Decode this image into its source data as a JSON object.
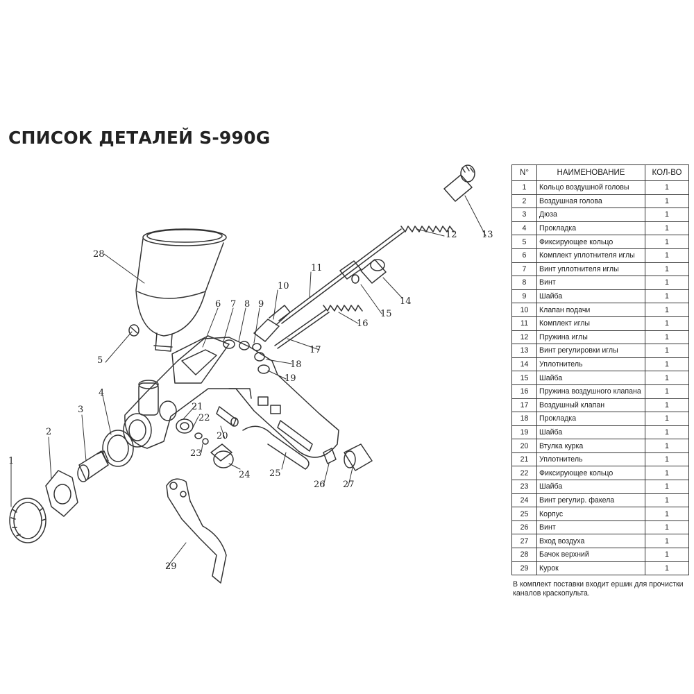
{
  "title": "СПИСОК ДЕТАЛЕЙ S-990G",
  "table": {
    "headers": {
      "num": "N°",
      "name": "НАИМЕНОВАНИЕ",
      "qty": "КОЛ-ВО"
    },
    "rows": [
      {
        "num": "1",
        "name": "Кольцо воздушной головы",
        "qty": "1"
      },
      {
        "num": "2",
        "name": "Воздушная голова",
        "qty": "1"
      },
      {
        "num": "3",
        "name": "Дюза",
        "qty": "1"
      },
      {
        "num": "4",
        "name": "Прокладка",
        "qty": "1"
      },
      {
        "num": "5",
        "name": "Фиксирующее кольцо",
        "qty": "1"
      },
      {
        "num": "6",
        "name": "Комплект уплотнителя иглы",
        "qty": "1"
      },
      {
        "num": "7",
        "name": "Винт уплотнителя иглы",
        "qty": "1"
      },
      {
        "num": "8",
        "name": "Винт",
        "qty": "1"
      },
      {
        "num": "9",
        "name": "Шайба",
        "qty": "1"
      },
      {
        "num": "10",
        "name": "Клапан подачи",
        "qty": "1"
      },
      {
        "num": "11",
        "name": "Комплект иглы",
        "qty": "1"
      },
      {
        "num": "12",
        "name": "Пружина иглы",
        "qty": "1"
      },
      {
        "num": "13",
        "name": "Винт регулировки иглы",
        "qty": "1"
      },
      {
        "num": "14",
        "name": "Уплотнитель",
        "qty": "1"
      },
      {
        "num": "15",
        "name": "Шайба",
        "qty": "1"
      },
      {
        "num": "16",
        "name": "Пружина воздушного клапана",
        "qty": "1"
      },
      {
        "num": "17",
        "name": "Воздушный клапан",
        "qty": "1"
      },
      {
        "num": "18",
        "name": "Прокладка",
        "qty": "1"
      },
      {
        "num": "19",
        "name": "Шайба",
        "qty": "1"
      },
      {
        "num": "20",
        "name": "Втулка курка",
        "qty": "1"
      },
      {
        "num": "21",
        "name": "Уплотнитель",
        "qty": "1"
      },
      {
        "num": "22",
        "name": "Фиксирующее кольцо",
        "qty": "1"
      },
      {
        "num": "23",
        "name": "Шайба",
        "qty": "1"
      },
      {
        "num": "24",
        "name": "Винт регулир. факела",
        "qty": "1"
      },
      {
        "num": "25",
        "name": "Корпус",
        "qty": "1"
      },
      {
        "num": "26",
        "name": "Винт",
        "qty": "1"
      },
      {
        "num": "27",
        "name": "Вход воздуха",
        "qty": "1"
      },
      {
        "num": "28",
        "name": "Бачок верхний",
        "qty": "1"
      },
      {
        "num": "29",
        "name": "Курок",
        "qty": "1"
      }
    ]
  },
  "note": "В комплект поставки входит ершик для прочистки каналов краскопульта.",
  "diagram": {
    "callouts": [
      "1",
      "2",
      "3",
      "4",
      "5",
      "6",
      "7",
      "8",
      "9",
      "10",
      "11",
      "12",
      "13",
      "14",
      "15",
      "16",
      "17",
      "18",
      "19",
      "20",
      "21",
      "22",
      "23",
      "24",
      "25",
      "26",
      "27",
      "28",
      "29"
    ]
  },
  "colors": {
    "ink": "#222222",
    "line": "#333333",
    "background": "#ffffff"
  }
}
